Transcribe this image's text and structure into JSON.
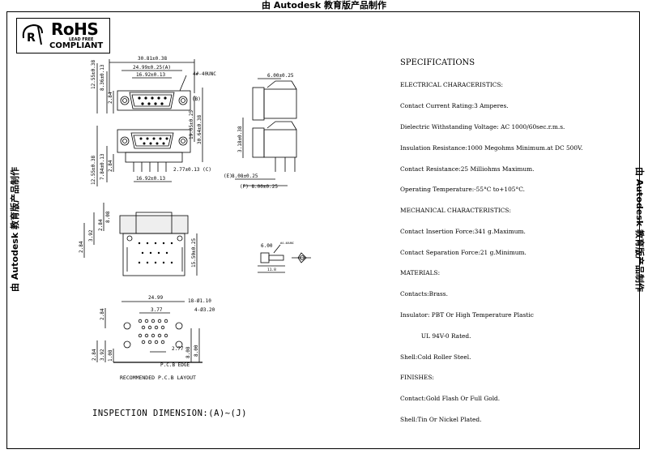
{
  "watermark": {
    "top": "由 Autodesk 教育版产品制作",
    "left": "由 Autodesk 教育版产品制作",
    "right": "由 Autodesk 教育版产品制作"
  },
  "rohs": {
    "title": "RoHS",
    "lead_free": "LEAD FREE",
    "compliant": "COMPLIANT"
  },
  "specs": {
    "title": "SPECIFICATIONS",
    "electrical_heading": "ELECTRICAL CHARACERISTICS:",
    "electrical": [
      "Contact Current Rating:3 Amperes.",
      "Dielectric Withstanding Voltage: AC 1000/60sec.r.m.s.",
      "Insulation Resistance:1000 Megohms Minimum.at DC 500V.",
      "Contact Resistance:25 Milliohms Maximum.",
      "Operating Temperature:-55°C to+105°C."
    ],
    "mechanical_heading": "MECHANICAL CHARACTERISTICS:",
    "mechanical": [
      "Contact Insertion Force:341 g.Maximum.",
      "Contact Separation Force:21 g.Minimum."
    ],
    "materials_heading": "MATERIALS:",
    "materials": [
      "Contacts:Brass.",
      "Insulator: PBT Or High Temperature Plastic",
      "           UL 94V-0 Rated.",
      "Shell:Cold Roller Steel."
    ],
    "finishes_heading": "FINISHES:",
    "finishes": [
      "Contact:Gold Flash Or Full Gold.",
      "Shell:Tin Or Nickel Plated."
    ]
  },
  "dims": {
    "top_width": "30.81±0.38",
    "shell_width": "24.99±0.25(A)",
    "pin_span_top": "16.92±0.13",
    "thread": "4#-40UNC",
    "h1": "12.55±0.38",
    "h2": "8.36±0.13",
    "h3": "2.84",
    "b_label": "(B)",
    "v1": "19.05±0.25",
    "v2": "30.64±0.38",
    "h4": "12.55±0.38",
    "h5": "7.84±0.13",
    "h6": "2.84",
    "pin_span_bottom": "16.92±0.13",
    "c_label": "2.77±0.13 (C)",
    "side_w": "6.00±0.25",
    "side_h": "3.18±0.38",
    "e_label": "8.08±0.25",
    "e_tag": "(E)",
    "f_label": "(F) 8.00±0.25",
    "front_a": "8.08",
    "front_b": "2.84",
    "front_c": "3.92",
    "front_d": "2.84",
    "front_e": "15.50±0.25",
    "pcb_w": "24.99",
    "pcb_holes": "18-Ø1.10",
    "pcb_mount": "4-Ø3.20",
    "pcb_pitch": "3.77",
    "pcb_pitch2": "2.77",
    "pcb_h1": "2.84",
    "pcb_h2": "2.84",
    "pcb_h3": "3.92",
    "pcb_h4": "1.08",
    "pcb_r1": "8.08",
    "pcb_r2": "8.00",
    "pcb_edge": "P.C.B EDGE",
    "pcb_layout": "RECOMMENDED P.C.B LAYOUT",
    "screw_dim": "6.00",
    "screw_len": "11.8",
    "screw_label": "#4-40UNC"
  },
  "inspection": "INSPECTION DIMENSION:(A)~(J)"
}
